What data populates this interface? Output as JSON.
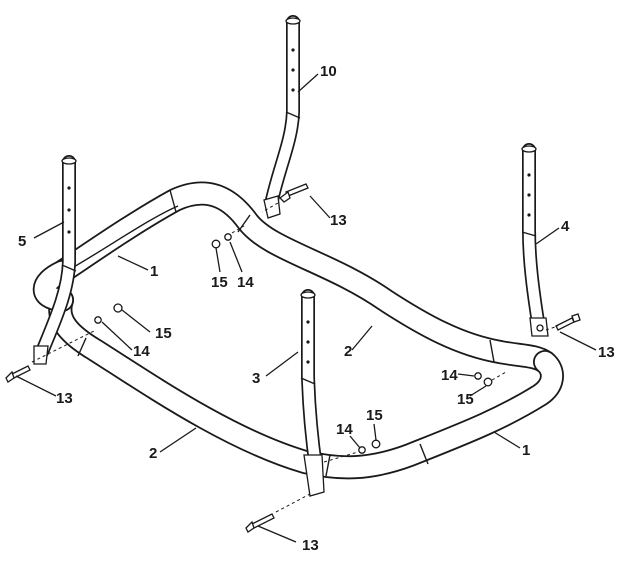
{
  "diagram": {
    "callouts": [
      {
        "text": "10"
      },
      {
        "text": "13"
      },
      {
        "text": "5"
      },
      {
        "text": "1"
      },
      {
        "text": "15"
      },
      {
        "text": "14"
      },
      {
        "text": "4"
      },
      {
        "text": "15"
      },
      {
        "text": "14"
      },
      {
        "text": "2"
      },
      {
        "text": "13"
      },
      {
        "text": "13"
      },
      {
        "text": "3"
      },
      {
        "text": "14"
      },
      {
        "text": "15"
      },
      {
        "text": "2"
      },
      {
        "text": "14"
      },
      {
        "text": "15"
      },
      {
        "text": "1"
      },
      {
        "text": "13"
      }
    ]
  }
}
